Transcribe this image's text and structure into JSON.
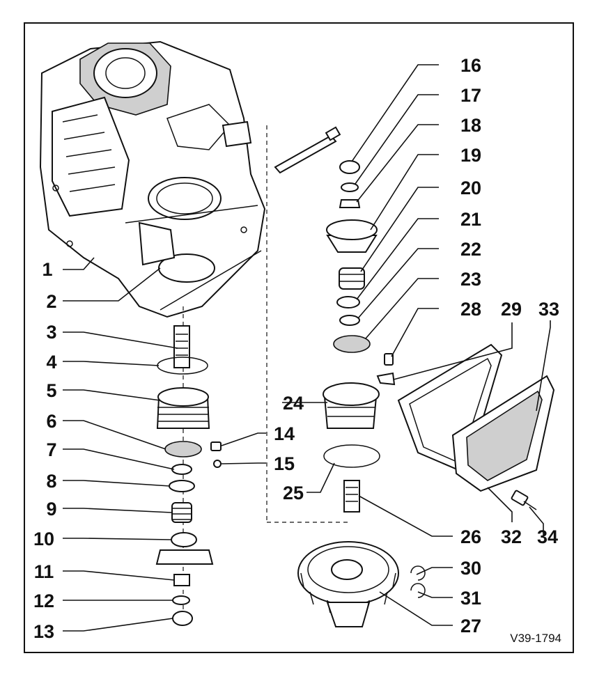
{
  "diagram": {
    "reference_code": "V39-1794",
    "callouts": [
      "1",
      "2",
      "3",
      "4",
      "5",
      "6",
      "7",
      "8",
      "9",
      "10",
      "11",
      "12",
      "13",
      "14",
      "15",
      "16",
      "17",
      "18",
      "19",
      "20",
      "21",
      "22",
      "23",
      "24",
      "25",
      "26",
      "27",
      "28",
      "29",
      "30",
      "31",
      "32",
      "33",
      "34"
    ]
  }
}
